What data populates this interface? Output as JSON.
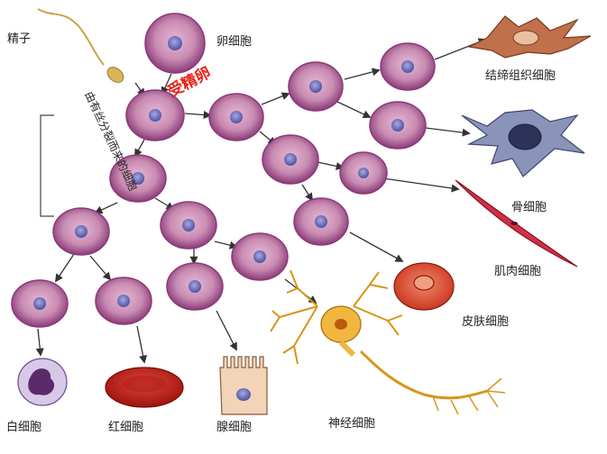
{
  "labels": {
    "sperm": "精子",
    "egg": "卵细胞",
    "zygote": "受精卵",
    "side_note": "由有丝分裂而来的细胞",
    "connective_tissue": "结缔组织细胞",
    "bone": "骨细胞",
    "muscle": "肌肉细胞",
    "skin": "皮肤细胞",
    "white_blood": "白细胞",
    "red_blood": "红细胞",
    "gland": "腺细胞",
    "nerve": "神经细胞"
  },
  "colors": {
    "cell_fill": "#c98bb2",
    "cell_edge": "#8a3a78",
    "nucleus": "#6b6fb8",
    "highlight_red": "#e8221a"
  }
}
